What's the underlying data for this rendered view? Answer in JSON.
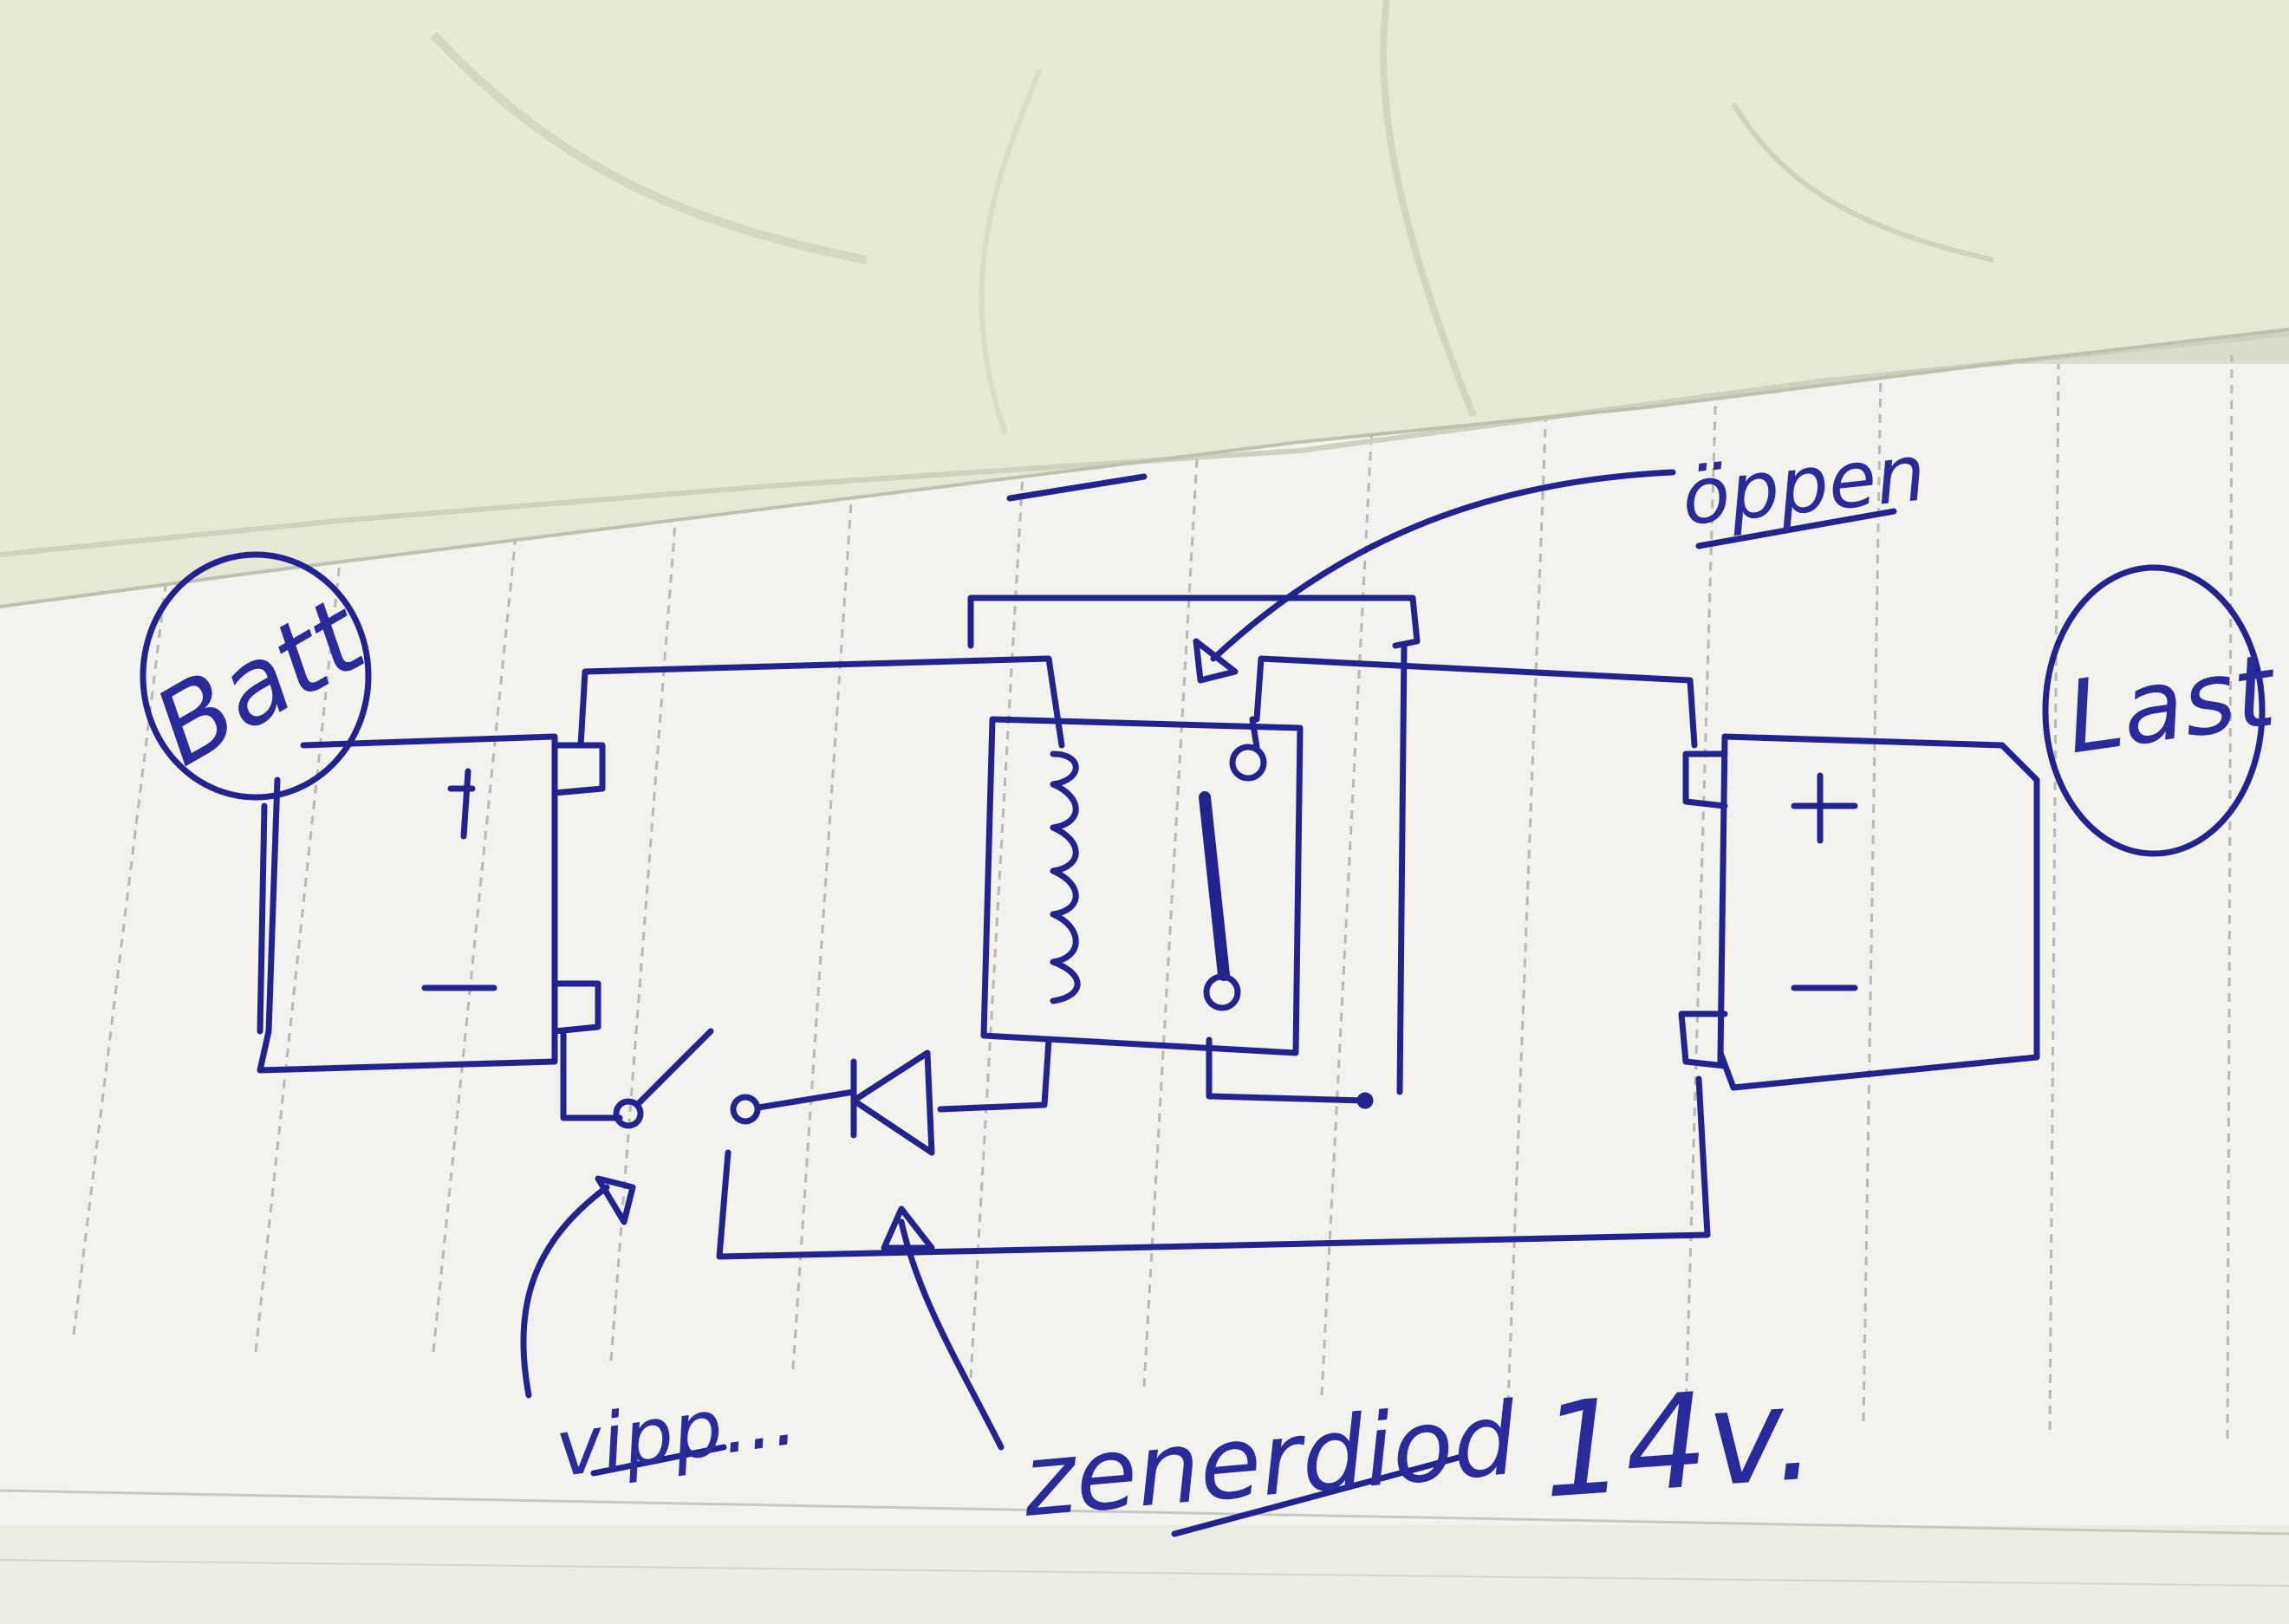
{
  "colors": {
    "ink": "#23238f",
    "paper": "#f3f2ec",
    "envelope": "#e6e7d6",
    "rule": "#b9b9b4"
  },
  "labels": {
    "battery_source": "Batt",
    "battery_load": "Last",
    "switch_label": "vipp...",
    "diode_label": "zenerdiod",
    "voltage_label": "14v.",
    "contact_label": "öppen",
    "plus_left": "+",
    "minus_left": "–",
    "plus_right": "+",
    "minus_right": "–"
  }
}
